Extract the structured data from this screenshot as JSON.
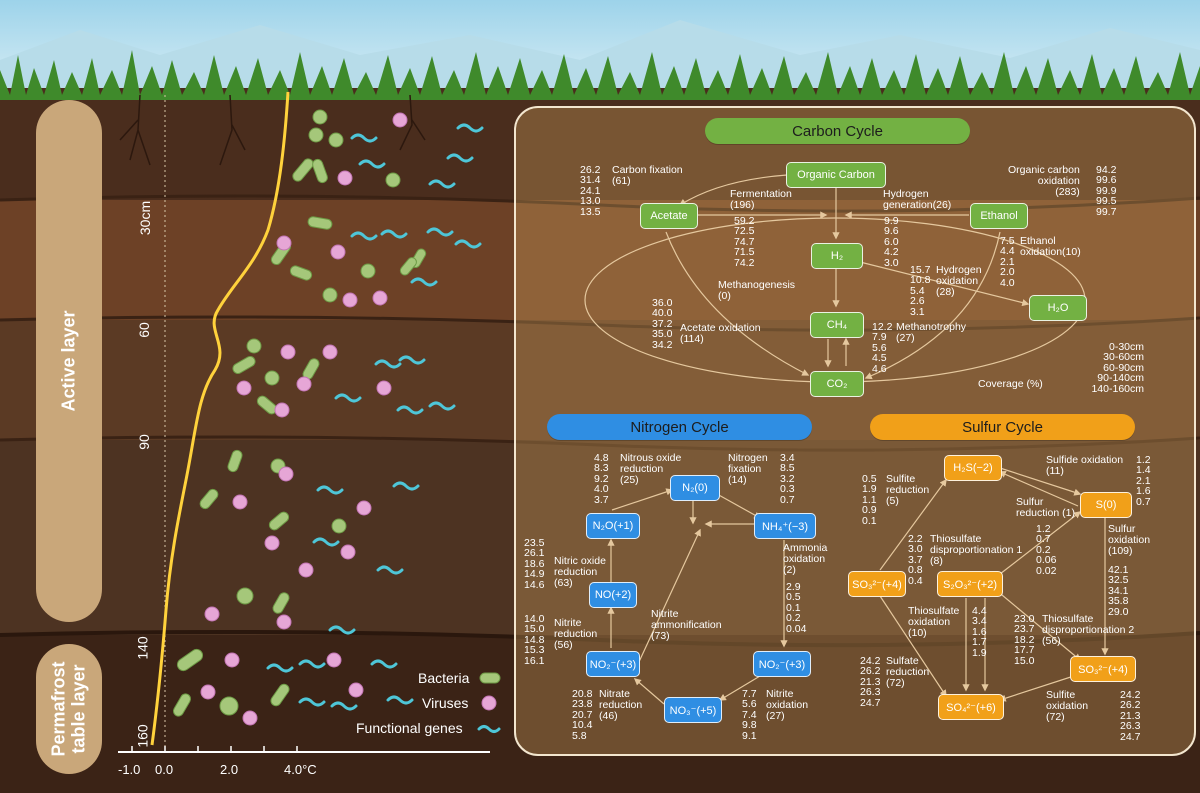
{
  "side_labels": {
    "active_layer": "Active layer",
    "permafrost_line1": "Permafrost",
    "permafrost_line2": "table layer"
  },
  "depth_ticks": [
    "30cm",
    "60",
    "90",
    "140",
    "160"
  ],
  "temp_ticks": [
    "-1.0",
    "0.0",
    "2.0",
    "4.0°C"
  ],
  "legend": {
    "bacteria": "Bacteria",
    "viruses": "Viruses",
    "genes": "Functional genes"
  },
  "carbon": {
    "title": "Carbon Cycle",
    "nodes": {
      "organic": "Organic Carbon",
      "acetate": "Acetate",
      "ethanol": "Ethanol",
      "h2": "H₂",
      "h2o": "H₂O",
      "ch4": "CH₄",
      "co2": "CO₂"
    },
    "processes": {
      "carbon_fixation": {
        "label": "Carbon fixation\n(61)",
        "values": "26.2\n31.4\n24.1\n13.0\n13.5"
      },
      "fermentation": {
        "label": "Fermentation\n(196)",
        "values": "59.2\n72.5\n74.7\n71.5\n74.2"
      },
      "hydrogen_generation": {
        "label": "Hydrogen\ngeneration(26)",
        "values": "9.9\n9.6\n6.0\n4.2\n3.0"
      },
      "organic_oxidation": {
        "label": "Organic carbon\noxidation\n(283)",
        "values": "94.2\n99.6\n99.9\n99.5\n99.7"
      },
      "ethanol_oxidation": {
        "label": "Ethanol\noxidation(10)",
        "values": "7.5\n4.4\n2.1\n2.0\n4.0"
      },
      "hydrogen_oxidation": {
        "label": "Hydrogen\noxidation\n(28)",
        "values": "15.7\n10.8\n5.4\n2.6\n3.1"
      },
      "methanogenesis": {
        "label": "Methanogenesis\n(0)"
      },
      "acetate_oxidation": {
        "label": "Acetate oxidation\n(114)",
        "values": "36.0\n40.0\n37.2\n35.0\n34.2"
      },
      "methanotrophy": {
        "label": "Methanotrophy\n(27)",
        "values": "12.2\n7.9\n5.6\n4.5\n4.6"
      }
    },
    "coverage": {
      "depths": "0-30cm\n30-60cm\n60-90cm\n90-140cm\n140-160cm",
      "label": "Coverage (%)"
    }
  },
  "nitrogen": {
    "title": "Nitrogen Cycle",
    "nodes": {
      "n2": "N₂(0)",
      "n2o": "N₂O(+1)",
      "nh4": "NH₄⁺(−3)",
      "no": "NO(+2)",
      "no2_left": "NO₂⁻(+3)",
      "no2_right": "NO₂⁻(+3)",
      "no3": "NO₃⁻(+5)"
    },
    "processes": {
      "nitrous_oxide_reduction": {
        "label": "Nitrous oxide\nreduction\n(25)",
        "values": "4.8\n8.3\n9.2\n4.0\n3.7"
      },
      "nitrogen_fixation": {
        "label": "Nitrogen\nfixation\n(14)",
        "values": "3.4\n8.5\n3.2\n0.3\n0.7"
      },
      "nitric_oxide_reduction": {
        "label": "Nitric oxide\nreduction\n(63)",
        "values": "23.5\n26.1\n18.6\n14.9\n14.6"
      },
      "ammonia_oxidation": {
        "label": "Ammonia\noxidation\n(2)",
        "values": "2.9\n0.5\n0.1\n0.2\n0.04"
      },
      "nitrite_reduction": {
        "label": "Nitrite\nreduction\n(56)",
        "values": "14.0\n15.0\n14.8\n15.3\n16.1"
      },
      "nitrite_ammonification": {
        "label": "Nitrite\nammonification\n(73)"
      },
      "nitrate_reduction": {
        "label": "Nitrate\nreduction\n(46)",
        "values": "20.8\n23.8\n20.7\n10.4\n5.8"
      },
      "nitrite_oxidation": {
        "label": "Nitrite\noxidation\n(27)",
        "values": "7.7\n5.6\n7.4\n9.8\n9.1"
      }
    }
  },
  "sulfur": {
    "title": "Sulfur Cycle",
    "nodes": {
      "h2s": "H₂S(−2)",
      "s0": "S(0)",
      "so3_left": "SO₃²⁻(+4)",
      "s2o3": "S₂O₃²⁻(+2)",
      "so3_right": "SO₃²⁻(+4)",
      "so4": "SO₄²⁻(+6)"
    },
    "processes": {
      "sulfite_reduction_top": {
        "label": "Sulfite\nreduction\n(5)",
        "values": "0.5\n1.9\n1.1\n0.9\n0.1"
      },
      "sulfide_oxidation": {
        "label": "Sulfide oxidation\n(11)",
        "values": "1.2\n1.4\n2.1\n1.6\n0.7"
      },
      "sulfur_reduction": {
        "label": "Sulfur\nreduction (1)",
        "values": "1.2\n0.7\n0.2\n0.06\n0.02"
      },
      "sulfur_oxidation": {
        "label": "Sulfur\noxidation\n(109)",
        "values": "42.1\n32.5\n34.1\n35.8\n29.0"
      },
      "thio_disprop_1": {
        "label": "Thiosulfate\ndisproportionation 1\n(8)",
        "values": "2.2\n3.0\n3.7\n0.8\n0.4"
      },
      "thio_oxidation": {
        "label": "Thiosulfate\noxidation\n(10)",
        "values": "4.4\n3.4\n1.6\n1.7\n1.9"
      },
      "thio_disprop_2": {
        "label": "Thiosulfate\ndisproportionation 2\n(56)",
        "values": "23.0\n23.7\n18.2\n17.7\n15.0"
      },
      "sulfate_reduction": {
        "label": "Sulfate\nreduction\n(72)",
        "values": "24.2\n26.2\n21.3\n26.3\n24.7"
      },
      "sulfite_oxidation": {
        "label": "Sulfite\noxidation\n(72)",
        "values": "24.2\n26.2\n21.3\n26.3\n24.7"
      }
    }
  },
  "colors": {
    "carbon": "#73b143",
    "nitrogen": "#2f8ee3",
    "sulfur": "#f1a019",
    "temperature_line": "#ffd23c"
  }
}
